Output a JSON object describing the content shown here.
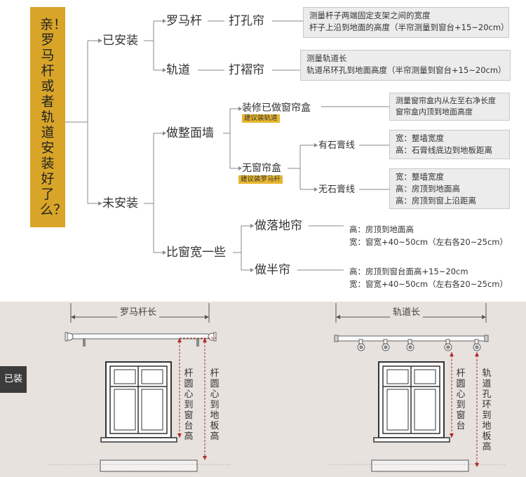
{
  "question": "亲！罗马杆或者轨道安装好了么？",
  "installed": {
    "label": "已安装",
    "rod": {
      "label": "罗马杆",
      "style": "打孔帘",
      "lines": [
        "测量杆子两端固定支架之间的宽度",
        "杆子上沿到地面的高度（半帘测量到窗台+15~20cm）"
      ]
    },
    "track": {
      "label": "轨道",
      "style": "打褶帘",
      "lines": [
        "测量轨道长",
        "轨道吊环孔到地面高度（半帘测量到窗台+15~20cm）"
      ]
    }
  },
  "not_installed": {
    "label": "未安装",
    "flush": {
      "label": "做整面墙",
      "box": {
        "label": "装修已做窗帘盒",
        "tag": "建议装轨道",
        "lines": [
          "测量窗帘盒内从左至右净长度",
          "窗帘盒内顶到地面高度"
        ]
      },
      "nobox": {
        "label": "无窗帘盒",
        "tag": "建议装罗马杆",
        "with_plaster": {
          "label": "有石膏线",
          "lines": [
            "宽：整墙宽度",
            "高：石膏线底边到地板距离"
          ]
        },
        "without_plaster": {
          "label": "无石膏线",
          "lines": [
            "宽：整墙宽度",
            "高：房顶到地面高",
            "高：房顶到窗上沿距离"
          ]
        }
      }
    },
    "wider": {
      "label": "比窗宽一些",
      "floor": {
        "label": "做落地帘",
        "lines": [
          "高：房顶到地面高",
          "宽：窗宽+40~50cm（左右各20~25cm）"
        ]
      },
      "half": {
        "label": "做半帘",
        "lines": [
          "高：房顶到窗台面高+15~20cm",
          "宽：窗宽+40~50cm（左右各20~25cm）"
        ]
      }
    }
  },
  "bottom": {
    "badge": "已装",
    "rod_length": "罗马杆长",
    "rod_to_sill": "杆圆心到窗台高",
    "rod_to_floor": "杆圆心到地板高",
    "track_length": "轨道长",
    "track_to_sill": "杆圆心到窗台",
    "track_to_floor": "轨道孔环到地板高"
  },
  "colors": {
    "accent": "#d9a528",
    "tag": "#e8b62e",
    "box": "#ececec",
    "bottom_bg": "#e7e2de",
    "dim_red": "#b02a2a",
    "line": "#888888"
  }
}
